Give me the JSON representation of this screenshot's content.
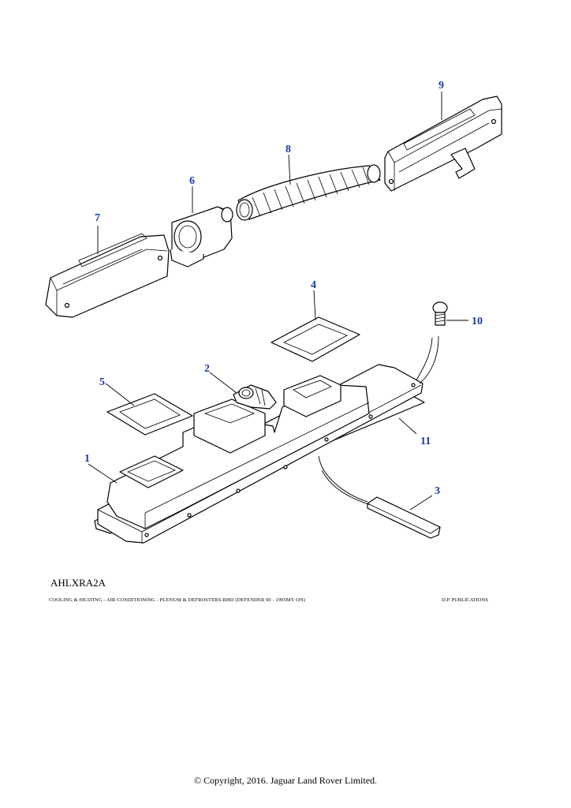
{
  "diagram": {
    "callouts": [
      "1",
      "2",
      "3",
      "4",
      "5",
      "6",
      "7",
      "8",
      "9",
      "10",
      "11"
    ]
  },
  "footer": {
    "ref_code": "AHLXRA2A",
    "caption": "COOLING & HEATING - AIR CONDITIONING - PLENUM & DEFROSTERS-RHD  (DEFENDER 90 - 1995MY ON)",
    "publisher": "D.P. PUBLICATIONS",
    "copyright": "© Copyright, 2016. Jaguar Land Rover Limited."
  }
}
